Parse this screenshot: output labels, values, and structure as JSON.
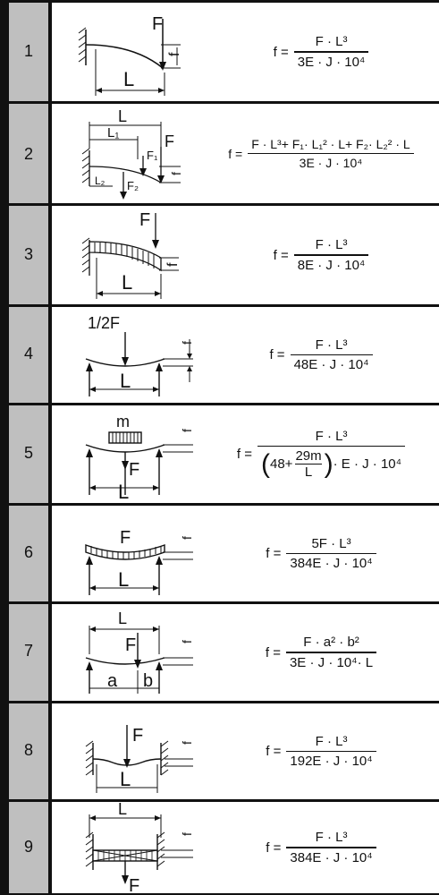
{
  "rows": [
    {
      "number": "1",
      "sketch_labels": {
        "force": "F",
        "deflection": "f",
        "length": "L"
      },
      "formula": {
        "lhs": "f =",
        "numerator": "F · L³",
        "denominator": "3E · J · 10⁴"
      }
    },
    {
      "number": "2",
      "sketch_labels": {
        "length": "L",
        "length1": "L₁",
        "length2": "L₂",
        "force": "F",
        "force1": "F₁",
        "force2": "F₂",
        "deflection": "f"
      },
      "formula": {
        "lhs": "f =",
        "numerator": "F · L³+ F₁· L₁² · L+ F₂· L₂² · L",
        "denominator": "3E · J · 10⁴"
      }
    },
    {
      "number": "3",
      "sketch_labels": {
        "force": "F",
        "deflection": "f",
        "length": "L"
      },
      "formula": {
        "lhs": "f =",
        "numerator": "F · L³",
        "denominator": "8E · J · 10⁴"
      }
    },
    {
      "number": "4",
      "sketch_labels": {
        "force": "1/2F",
        "deflection": "f",
        "length": "L"
      },
      "formula": {
        "lhs": "f =",
        "numerator": "F · L³",
        "denominator": "48E · J · 10⁴"
      }
    },
    {
      "number": "5",
      "sketch_labels": {
        "width": "m",
        "force": "F",
        "deflection": "f",
        "length": "L"
      },
      "formula": {
        "lhs": "f =",
        "numerator": "F · L³",
        "denominator_prefix": "48+",
        "inner_numerator": "29m",
        "inner_denominator": "L",
        "denominator_suffix": "· E · J · 10⁴"
      }
    },
    {
      "number": "6",
      "sketch_labels": {
        "force": "F",
        "deflection": "f",
        "length": "L"
      },
      "formula": {
        "lhs": "f =",
        "numerator": "5F · L³",
        "denominator": "384E · J · 10⁴"
      }
    },
    {
      "number": "7",
      "sketch_labels": {
        "length": "L",
        "force": "F",
        "deflection": "f",
        "segment_a": "a",
        "segment_b": "b"
      },
      "formula": {
        "lhs": "f =",
        "numerator": "F · a² · b²",
        "denominator": "3E · J · 10⁴· L"
      }
    },
    {
      "number": "8",
      "sketch_labels": {
        "force": "F",
        "deflection": "f",
        "length": "L"
      },
      "formula": {
        "lhs": "f =",
        "numerator": "F · L³",
        "denominator": "192E · J · 10⁴"
      }
    },
    {
      "number": "9",
      "sketch_labels": {
        "length": "L",
        "force": "F",
        "deflection": "f"
      },
      "formula": {
        "lhs": "f =",
        "numerator": "F · L³",
        "denominator": "384E · J · 10⁴"
      }
    }
  ]
}
